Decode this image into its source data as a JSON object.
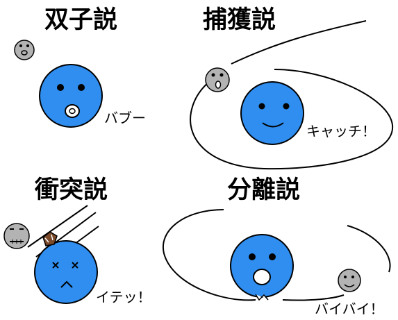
{
  "panels": {
    "twin": {
      "title": "双子説",
      "caption": "バブー"
    },
    "capture": {
      "title": "捕獲説",
      "caption": "キャッチ！"
    },
    "impact": {
      "title": "衝突説",
      "caption": "イテッ！"
    },
    "fission": {
      "title": "分離説",
      "caption": "バイバイ！"
    }
  },
  "colors": {
    "earth": "#2f8ef0",
    "moon": "#b3b3b3",
    "ink": "#000000"
  }
}
